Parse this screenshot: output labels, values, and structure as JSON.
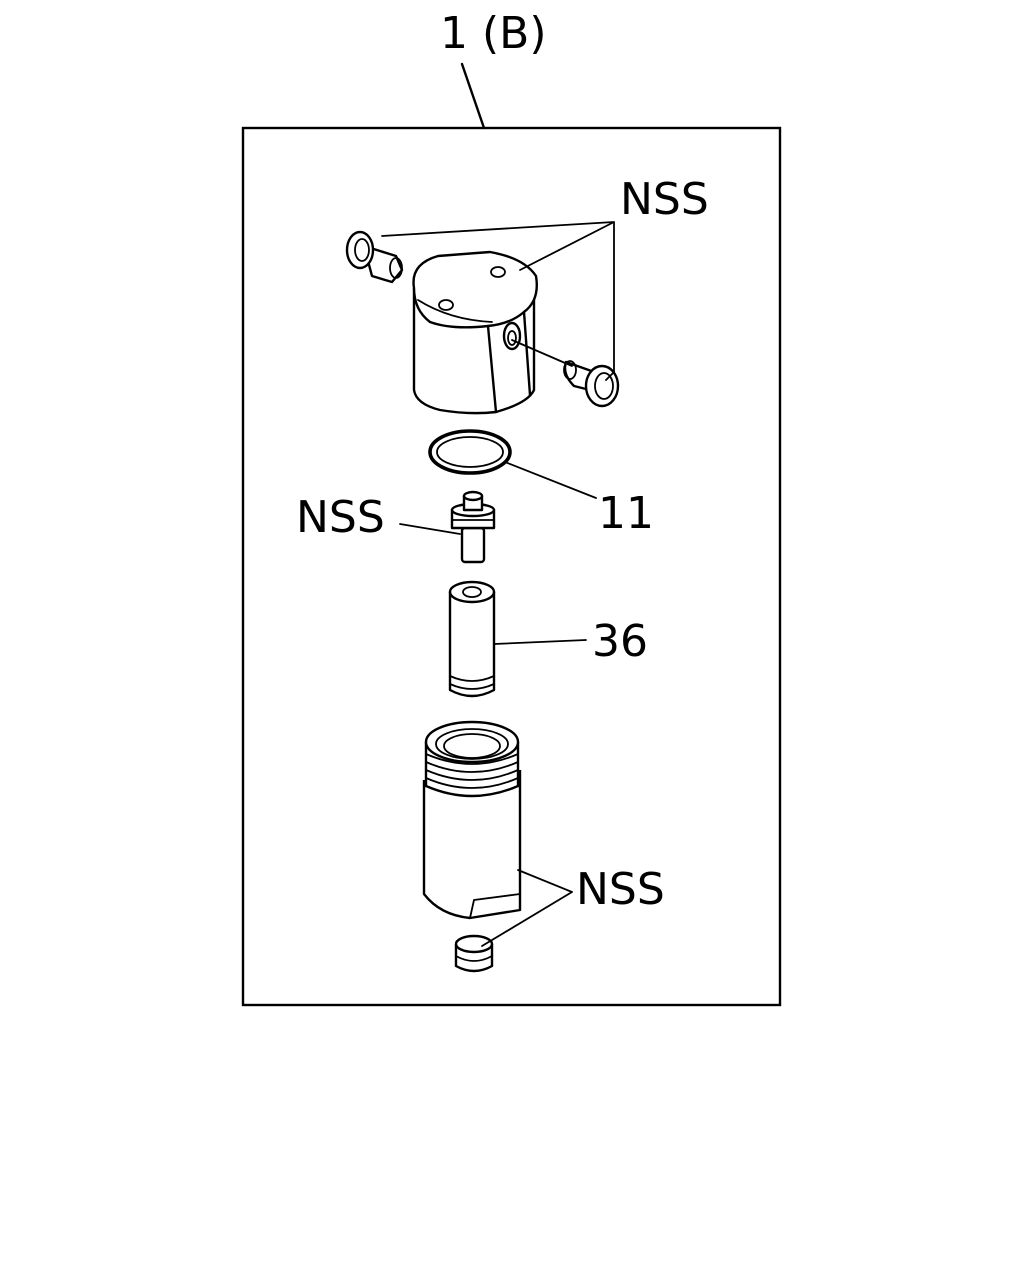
{
  "diagram": {
    "assembly_label": "1 (B)",
    "labels": {
      "nss_top": "NSS",
      "nss_middle": "NSS",
      "nss_bottom": "NSS",
      "part_11": "11",
      "part_36": "36"
    }
  }
}
